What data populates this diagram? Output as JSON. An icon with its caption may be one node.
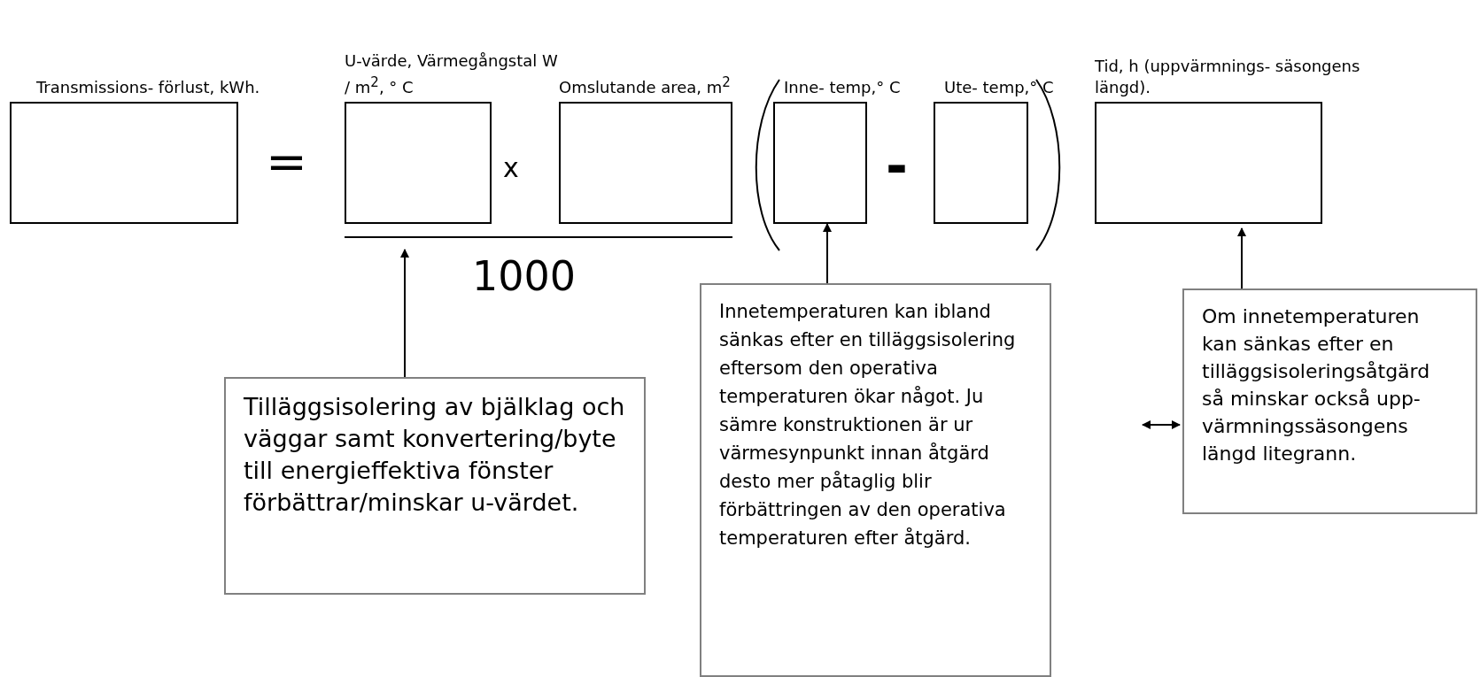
{
  "diagram": {
    "nodes": [
      {
        "text": [
          "Transmissions- förlust, kWh."
        ]
      },
      {
        "text": [
          "U-värde, Värmegångstal W / m$^{2}$, ° C"
        ]
      },
      {
        "text": [
          "Omslutande area, m$^{2}$"
        ]
      },
      {
        "text": [
          "Inne- temp,° C"
        ]
      },
      {
        "text": [
          "Ute- temp,° C"
        ]
      },
      {
        "text": [
          "Tid, h (uppvärmnings- säsongens längd)."
        ]
      },
      {
        "text": [
          "Tilläggsisolering av bjälklag och väggar samt konvertering/byte till energieffektiva fönster förbättrar/minskar u-värdet."
        ]
      },
      {
        "text": [
          "Innetemperaturen kan ibland sänkas efter en tilläggsisolering eftersom den operativa temperaturen ökar något. Ju sämre konstruktionen är ur värmesynpunkt innan åtgärd desto mer påtaglig blir förbättringen av den operativa temperaturen efter åtgärd."
        ]
      },
      {
        "text": [
          "Om innetemperaturen kan sänkas efter en tilläggsisoleringsåtgärd så minskar också upp- värmningssäsongens längd litegrann."
        ]
      }
    ],
    "edges": [
      {
        "from": 6,
        "to": 1,
        "arrow": "to"
      },
      {
        "from": 7,
        "to": 3,
        "arrow": "to"
      },
      {
        "from": 8,
        "to": 5,
        "arrow": "to"
      }
    ],
    "labels": [
      "=",
      "x",
      "-",
      "1000"
    ]
  }
}
